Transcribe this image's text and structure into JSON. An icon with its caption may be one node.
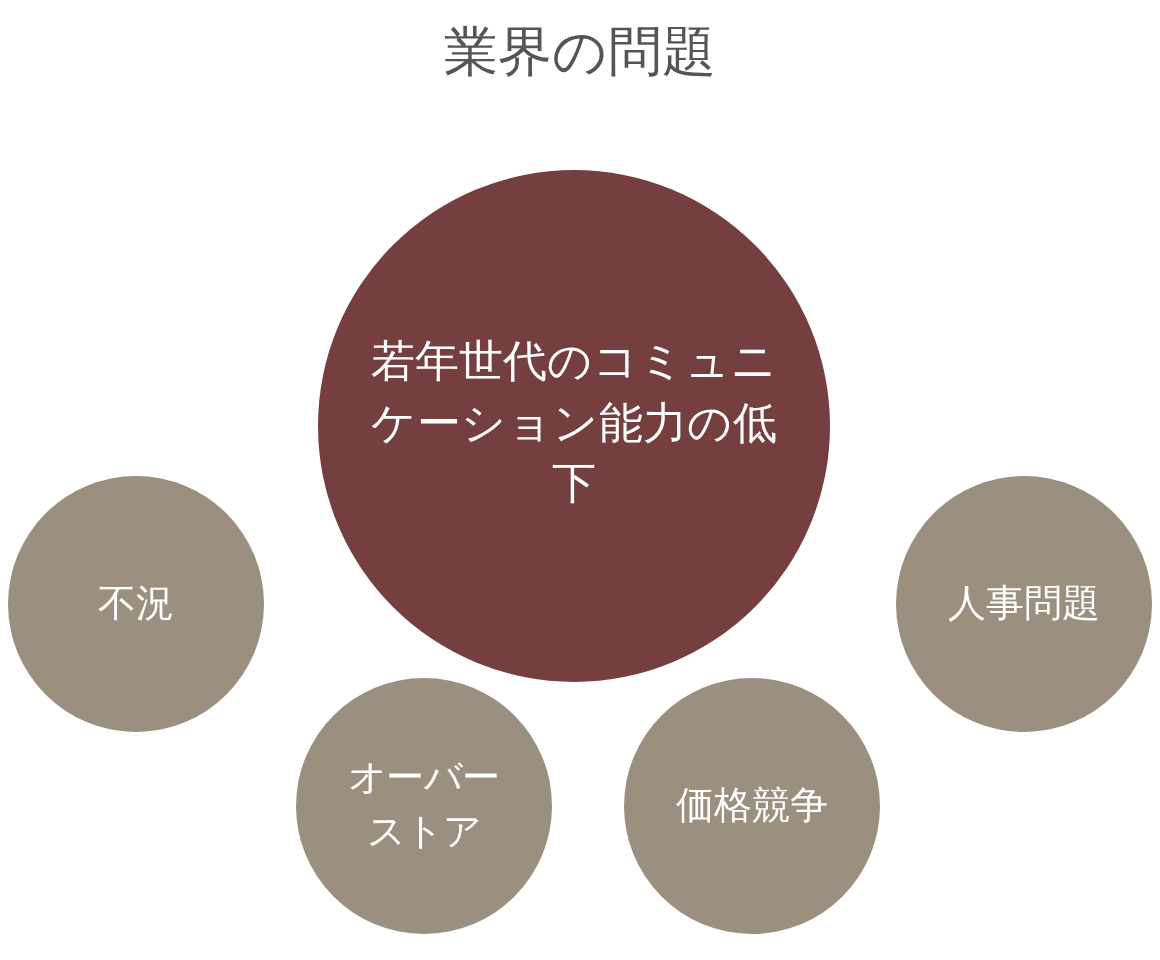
{
  "diagram": {
    "title": "業界の問題",
    "nodes": [
      {
        "text": [
          "若年世代のコミュニケーション能力の低下"
        ]
      },
      {
        "text": [
          "不況"
        ]
      },
      {
        "text": [
          "オーバーストア"
        ]
      },
      {
        "text": [
          "価格競争"
        ]
      },
      {
        "text": [
          "人事問題"
        ]
      }
    ]
  }
}
